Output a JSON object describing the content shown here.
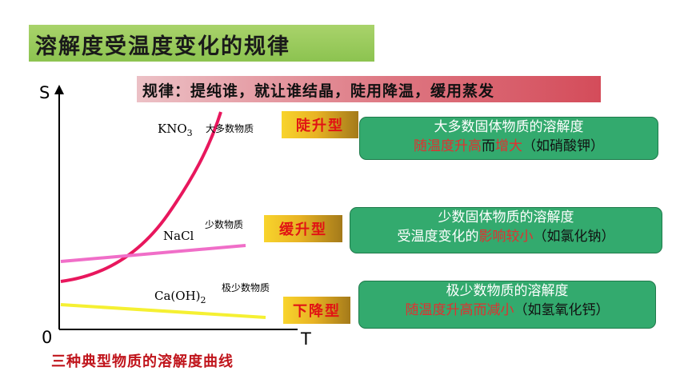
{
  "title": "溶解度受温度变化的规律",
  "rule": "规律：提纯谁，就让谁结晶，陡用降温，缓用蒸发",
  "axis": {
    "y_label": "S",
    "x_label": "T",
    "origin": "0"
  },
  "curves": [
    {
      "formula": "KNO",
      "subscript": "3",
      "amount_label": "大多数物质",
      "type_label": "陡升型",
      "box_line1": "大多数固体物质的溶解度",
      "box_line2_parts": [
        "随温度升高",
        "而",
        "增大",
        "（如硝酸钾）"
      ]
    },
    {
      "formula": "NaCl",
      "subscript": "",
      "amount_label": "少数物质",
      "type_label": "缓升型",
      "box_line1": "少数固体物质的溶解度",
      "box_line2_parts": [
        "受温度变化的",
        "影响较小",
        "（如氯化钠）"
      ]
    },
    {
      "formula": "Ca(OH)",
      "subscript": "2",
      "amount_label": "极少数物质",
      "type_label": "下降型",
      "box_line1": "极少数物质的溶解度",
      "box_line2_parts": [
        "随温度升高而减小",
        "（如氢氧化钙）"
      ]
    }
  ],
  "colors": {
    "kno3_curve": "#e8175d",
    "nacl_curve": "#f06ec8",
    "caoh2_curve": "#f5f032"
  },
  "caption": "三种典型物质的溶解度曲线"
}
